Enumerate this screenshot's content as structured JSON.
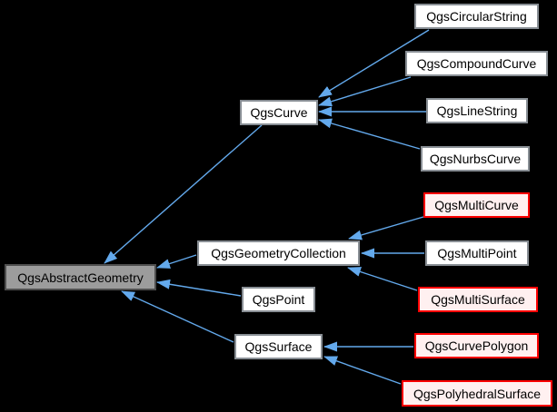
{
  "diagram": {
    "background_color": "#000000",
    "arrow_color": "#63a9ec",
    "node_fill": "#ffffff",
    "node_border_color": "#888e94",
    "current_node_fill": "#9c9c9c",
    "current_node_border_color": "#4e4e4e",
    "highlight_node_fill": "#fff0f0",
    "highlight_node_border_color": "#ff0000"
  },
  "nodes": [
    {
      "label": "QgsAbstractGeometry",
      "style": "current"
    },
    {
      "label": "QgsCurve",
      "style": "normal"
    },
    {
      "label": "QgsGeometryCollection",
      "style": "normal"
    },
    {
      "label": "QgsPoint",
      "style": "normal"
    },
    {
      "label": "QgsSurface",
      "style": "normal"
    },
    {
      "label": "QgsCircularString",
      "style": "normal"
    },
    {
      "label": "QgsCompoundCurve",
      "style": "normal"
    },
    {
      "label": "QgsLineString",
      "style": "normal"
    },
    {
      "label": "QgsNurbsCurve",
      "style": "normal"
    },
    {
      "label": "QgsMultiCurve",
      "style": "highlight"
    },
    {
      "label": "QgsMultiPoint",
      "style": "normal"
    },
    {
      "label": "QgsMultiSurface",
      "style": "highlight"
    },
    {
      "label": "QgsCurvePolygon",
      "style": "highlight"
    },
    {
      "label": "QgsPolyhedralSurface",
      "style": "highlight"
    }
  ],
  "edges": [
    {
      "from": "QgsCircularString",
      "to": "QgsCurve"
    },
    {
      "from": "QgsCompoundCurve",
      "to": "QgsCurve"
    },
    {
      "from": "QgsLineString",
      "to": "QgsCurve"
    },
    {
      "from": "QgsNurbsCurve",
      "to": "QgsCurve"
    },
    {
      "from": "QgsCurve",
      "to": "QgsAbstractGeometry"
    },
    {
      "from": "QgsMultiCurve",
      "to": "QgsGeometryCollection"
    },
    {
      "from": "QgsMultiPoint",
      "to": "QgsGeometryCollection"
    },
    {
      "from": "QgsMultiSurface",
      "to": "QgsGeometryCollection"
    },
    {
      "from": "QgsGeometryCollection",
      "to": "QgsAbstractGeometry"
    },
    {
      "from": "QgsPoint",
      "to": "QgsAbstractGeometry"
    },
    {
      "from": "QgsSurface",
      "to": "QgsAbstractGeometry"
    },
    {
      "from": "QgsCurvePolygon",
      "to": "QgsSurface"
    },
    {
      "from": "QgsPolyhedralSurface",
      "to": "QgsSurface"
    }
  ]
}
